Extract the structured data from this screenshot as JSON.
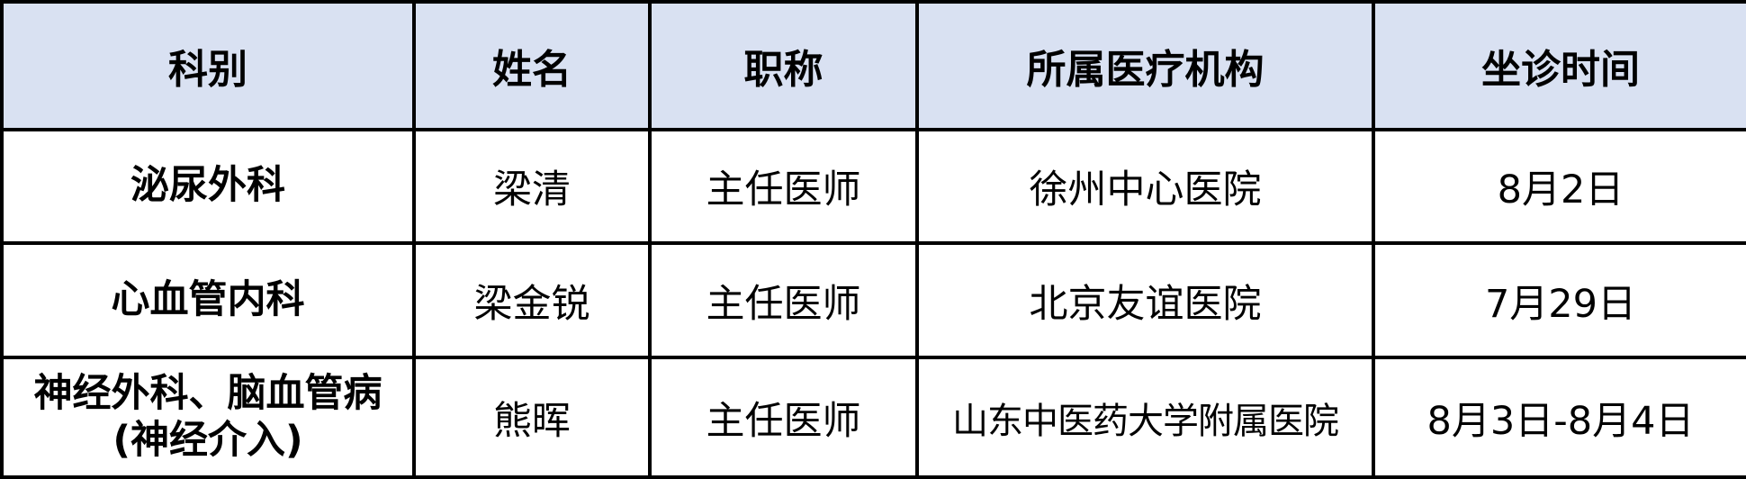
{
  "table": {
    "header_background": "#D9E1F2",
    "border_color": "#000000",
    "columns": [
      {
        "key": "department",
        "label": "科别"
      },
      {
        "key": "name",
        "label": "姓名"
      },
      {
        "key": "title",
        "label": "职称"
      },
      {
        "key": "institution",
        "label": "所属医疗机构"
      },
      {
        "key": "clinic_time",
        "label": "坐诊时间"
      }
    ],
    "rows": [
      {
        "department": "泌尿外科",
        "department_lines": [
          "泌尿外科"
        ],
        "name": "梁清",
        "title": "主任医师",
        "institution": "徐州中心医院",
        "clinic_time": "8月2日"
      },
      {
        "department": "心血管内科",
        "department_lines": [
          "心血管内科"
        ],
        "name": "梁金锐",
        "title": "主任医师",
        "institution": "北京友谊医院",
        "clinic_time": "7月29日"
      },
      {
        "department": "神经外科、脑血管病(神经介入)",
        "department_lines": [
          "神经外科、脑血管病",
          "(神经介入)"
        ],
        "name": "熊晖",
        "title": "主任医师",
        "institution": "山东中医药大学附属医院",
        "clinic_time": "8月3日-8月4日"
      }
    ]
  }
}
